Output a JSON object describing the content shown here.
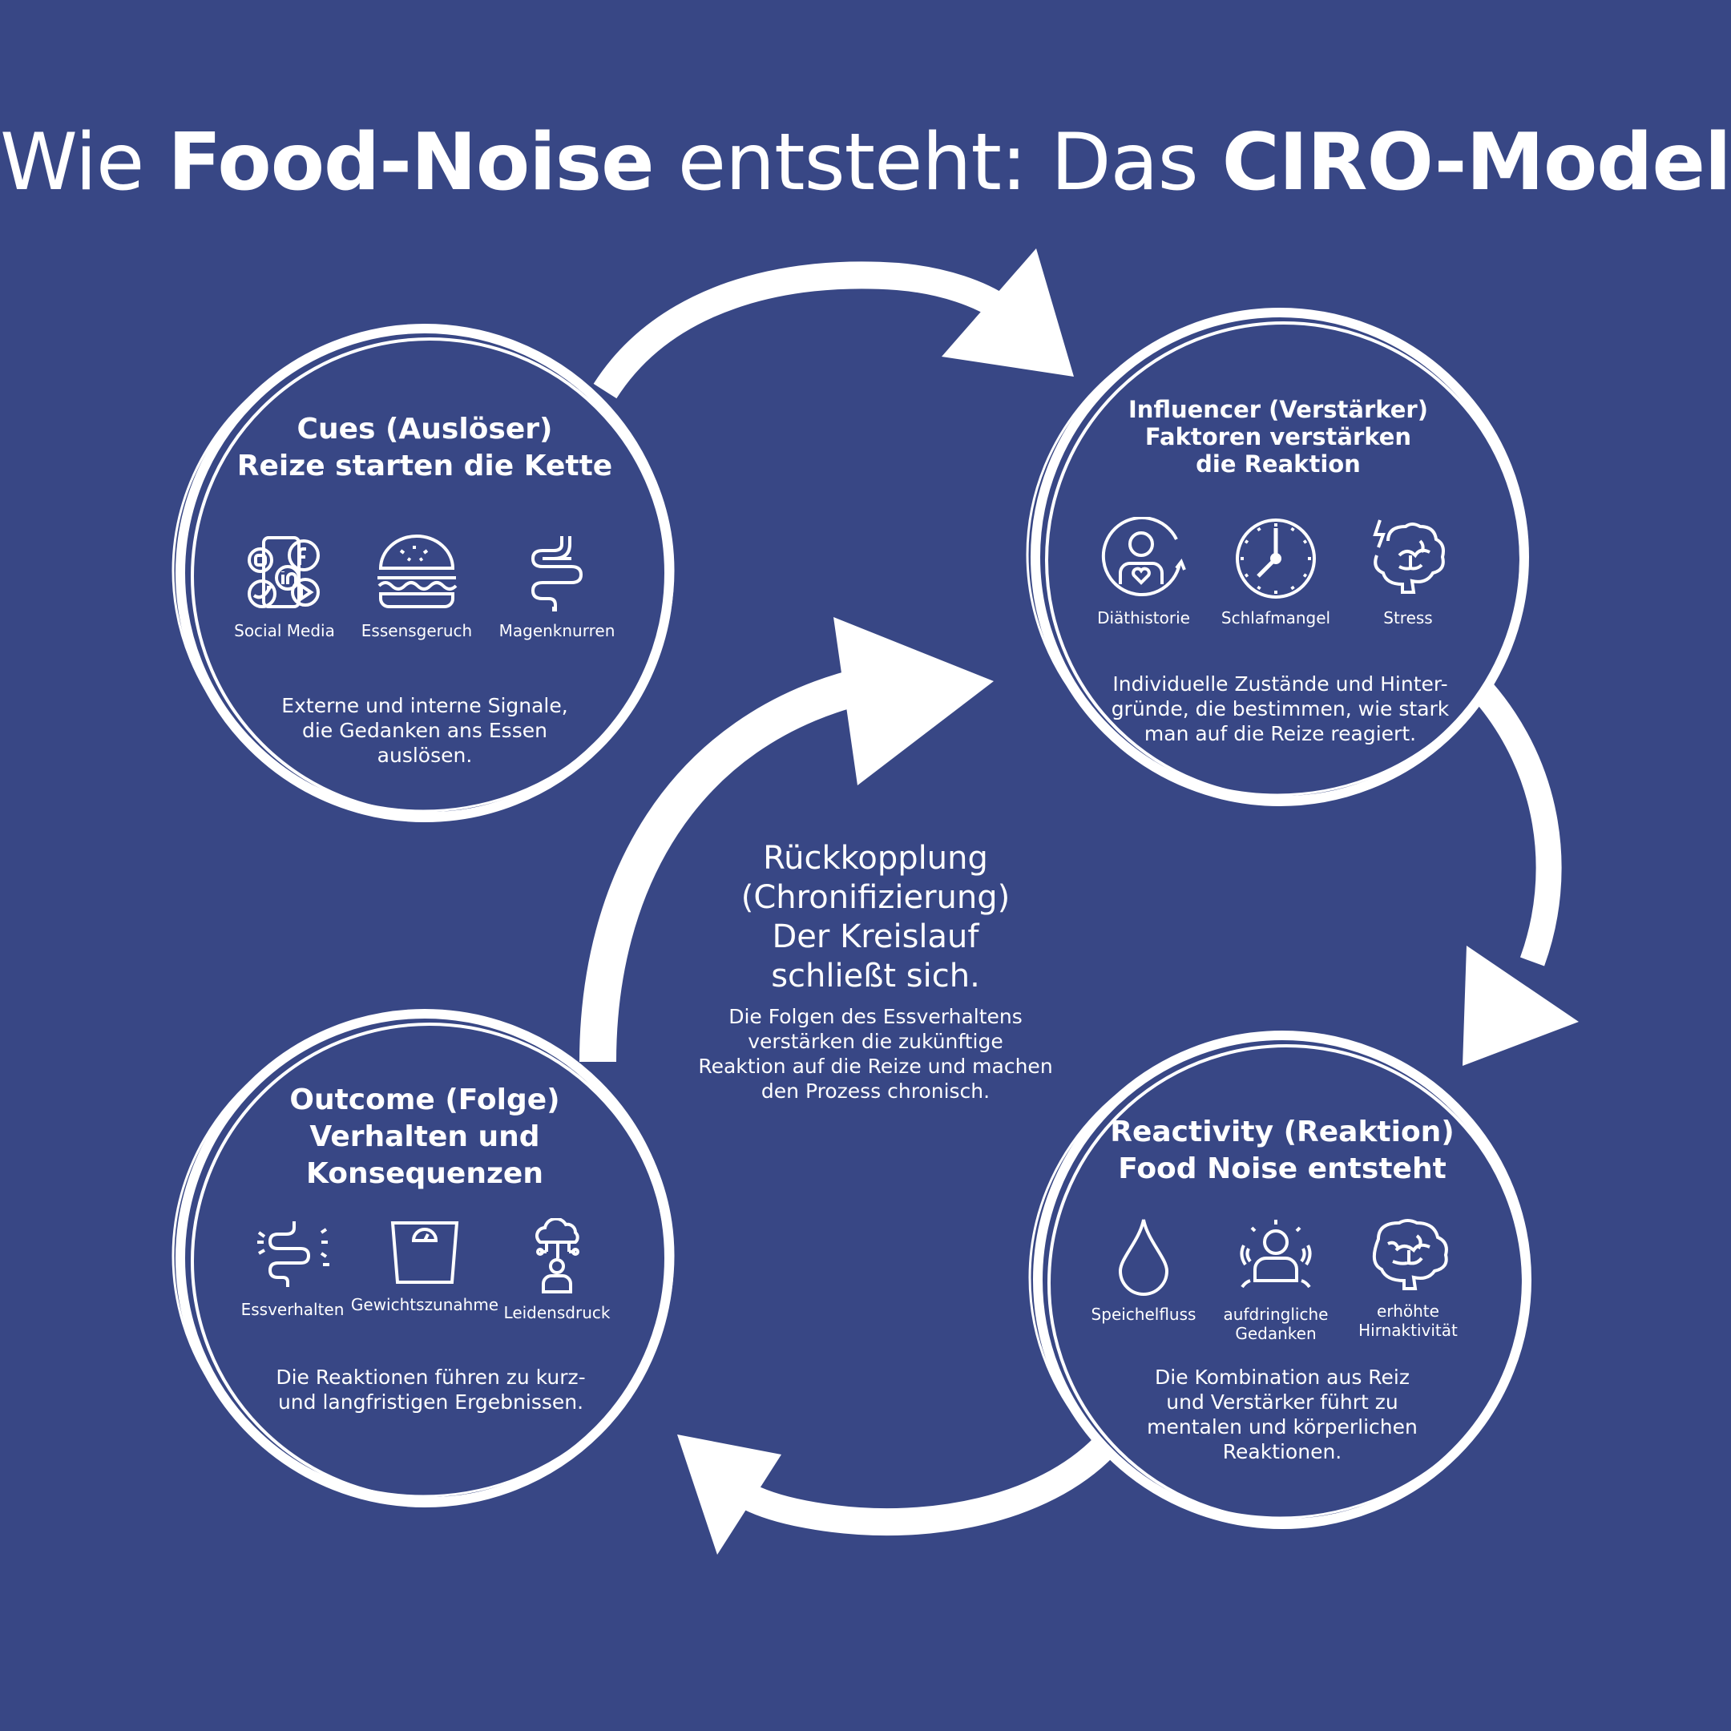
{
  "title": {
    "part1": "Wie ",
    "part2": "Food-Noise",
    "part3": " entsteht: Das ",
    "part4": "CIRO-Modell"
  },
  "colors": {
    "background": "#384785",
    "foreground": "#ffffff"
  },
  "stages": {
    "cues": {
      "title": "Cues (Auslöser)\nReize starten die Kette",
      "icons": [
        {
          "icon": "social-media-icon",
          "label": "Social Media"
        },
        {
          "icon": "burger-icon",
          "label": "Essensgeruch"
        },
        {
          "icon": "intestine-icon",
          "label": "Magenknurren"
        }
      ],
      "description": "Externe und interne Signale,\ndie Gedanken ans Essen\nauslösen."
    },
    "influencer": {
      "title": "Influencer (Verstärker)\nFaktoren verstärken\ndie Reaktion",
      "icons": [
        {
          "icon": "person-heart-icon",
          "label": "Diäthistorie"
        },
        {
          "icon": "clock-icon",
          "label": "Schlafmangel"
        },
        {
          "icon": "brain-lightning-icon",
          "label": "Stress"
        }
      ],
      "description": "Individuelle Zustände und Hinter-\ngründe, die bestimmen, wie stark\nman auf die Reize reagiert."
    },
    "reactivity": {
      "title": "Reactivity (Reaktion)\nFood Noise entsteht",
      "icons": [
        {
          "icon": "drop-icon",
          "label": "Speichelfluss"
        },
        {
          "icon": "person-thoughts-icon",
          "label": "aufdringliche\nGedanken"
        },
        {
          "icon": "brain-icon",
          "label": "erhöhte\nHirnaktivität"
        }
      ],
      "description": "Die Kombination aus Reiz\nund Verstärker führt zu\nmentalen und körperlichen\nReaktionen."
    },
    "outcome": {
      "title": "Outcome (Folge)\nVerhalten und\nKonsequenzen",
      "icons": [
        {
          "icon": "intestine-rays-icon",
          "label": "Essverhalten"
        },
        {
          "icon": "scale-icon",
          "label": "Gewichtszunahme"
        },
        {
          "icon": "person-cloud-icon",
          "label": "Leidensdruck"
        }
      ],
      "description": "Die Reaktionen führen zu kurz-\nund langfristigen Ergebnissen."
    }
  },
  "feedback": {
    "title": "Rückkopplung\n(Chronifizierung)\nDer Kreislauf\nschließt sich.",
    "description": "Die Folgen des Essverhaltens\nverstärken die zukünftige\nReaktion auf die Reize und machen\nden Prozess chronisch."
  }
}
